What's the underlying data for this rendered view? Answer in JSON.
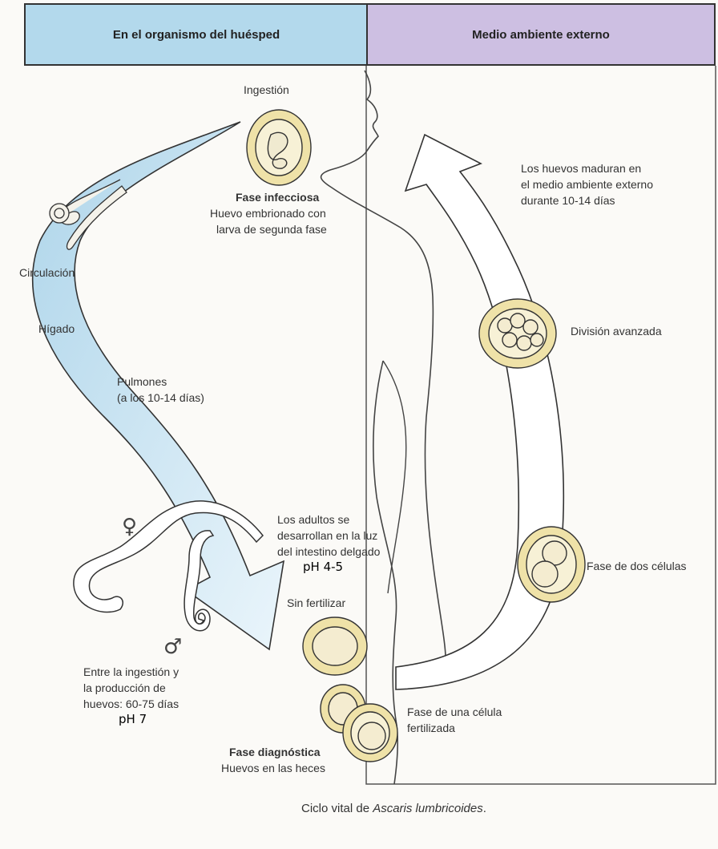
{
  "header": {
    "host": "En el organismo del huésped",
    "environment": "Medio ambiente externo"
  },
  "labels": {
    "ingestion": "Ingestión",
    "infective_title": "Fase infecciosa",
    "infective_desc_1": "Huevo embrionado con",
    "infective_desc_2": "larva de segunda fase",
    "mature_1": "Los huevos maduran en",
    "mature_2": "el medio ambiente externo",
    "mature_3": "durante 10-14 días",
    "circulation": "Circulación",
    "liver": "Hígado",
    "lungs_1": "Pulmones",
    "lungs_2": "(a los 10-14 días)",
    "advanced_division": "División avanzada",
    "adults_1": "Los adultos se",
    "adults_2": "desarrollan en la luz",
    "adults_3": "del intestino delgado",
    "ph_intestine": "pH 4-5",
    "female_symbol": "♀",
    "male_symbol": "♂",
    "two_cell": "Fase de dos células",
    "unfertilized": "Sin fertilizar",
    "prepatent_1": "Entre la ingestión y",
    "prepatent_2": "la producción de",
    "prepatent_3": "huevos: 60-75 días",
    "ph_host": "pH 7",
    "one_cell_1": "Fase de una célula",
    "one_cell_2": "fertilizada",
    "diagnostic_title": "Fase diagnóstica",
    "diagnostic_desc": "Huevos en las heces"
  },
  "caption": {
    "prefix": "Ciclo vital de ",
    "species": "Ascaris lumbricoides",
    "suffix": "."
  },
  "colors": {
    "host_header": "#b3d9ec",
    "environment_header": "#cdbfe2",
    "arrow_fill": "#d3e9f4",
    "egg_fill": "#efe2a8"
  }
}
